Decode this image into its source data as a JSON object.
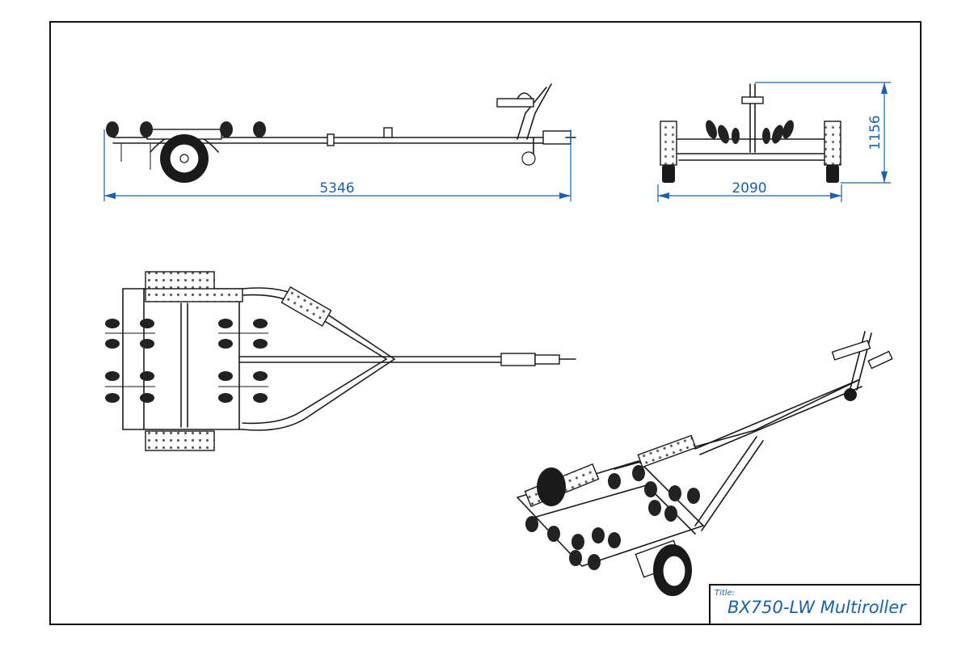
{
  "dimensions": {
    "length": "5346",
    "width": "2090",
    "height": "1156"
  },
  "title_block": {
    "label": "Title:",
    "name": "BX750-LW Multiroller"
  },
  "colors": {
    "dimension": "#1f5fa8",
    "line": "#1a1a1a"
  }
}
